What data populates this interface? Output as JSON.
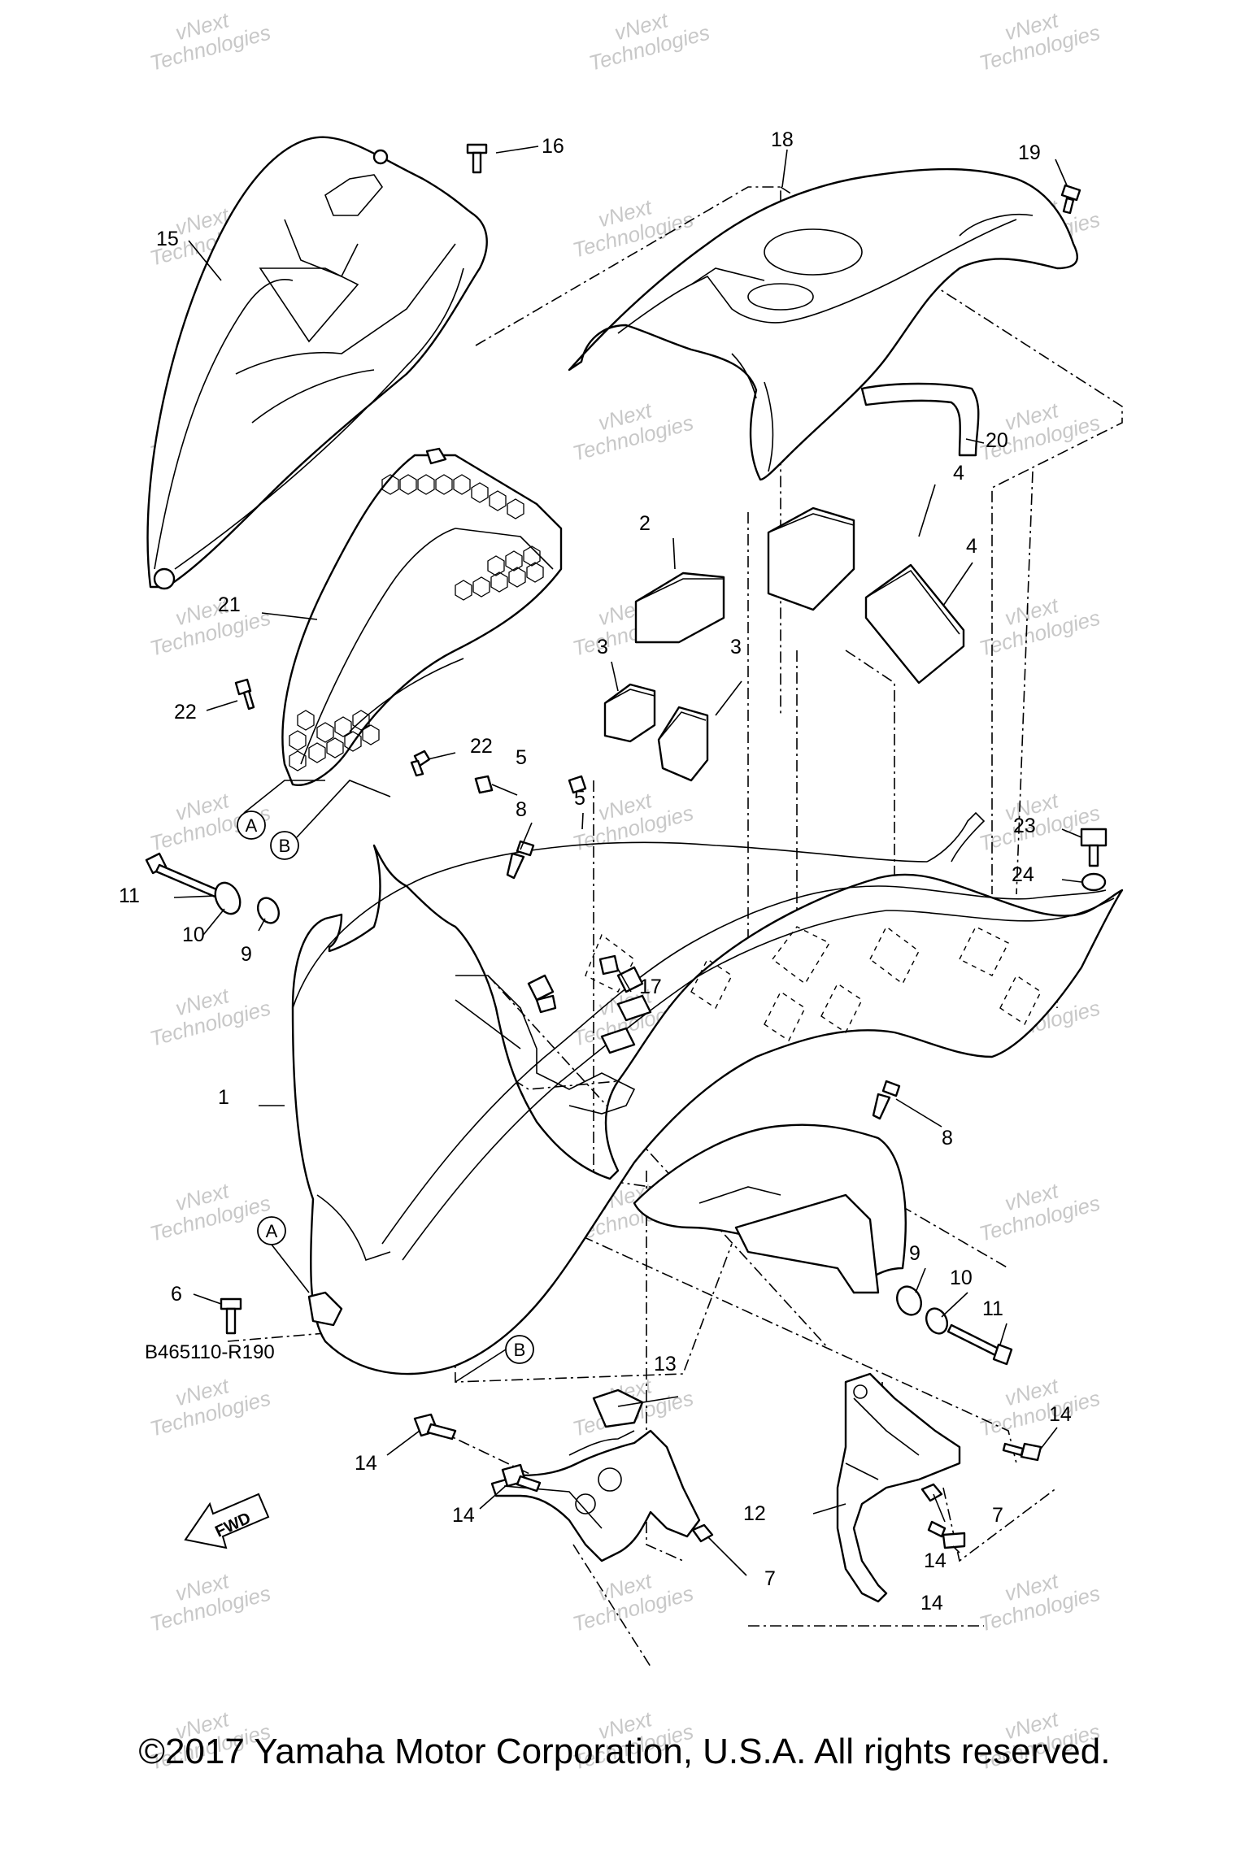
{
  "diagram": {
    "code": "B465110-R190",
    "copyright": "©2017 Yamaha Motor Corporation, U.S.A. All rights reserved.",
    "fwd_label": "FWD",
    "watermark": [
      "vNext",
      "Technologies"
    ],
    "callouts": [
      "1",
      "2",
      "3",
      "3",
      "4",
      "4",
      "5",
      "5",
      "6",
      "7",
      "7",
      "8",
      "8",
      "9",
      "9",
      "10",
      "10",
      "11",
      "11",
      "12",
      "13",
      "14",
      "14",
      "14",
      "14",
      "14",
      "15",
      "16",
      "17",
      "18",
      "19",
      "20",
      "21",
      "22",
      "22",
      "23",
      "24"
    ],
    "reference_marks": [
      "A",
      "B",
      "A",
      "B"
    ]
  }
}
